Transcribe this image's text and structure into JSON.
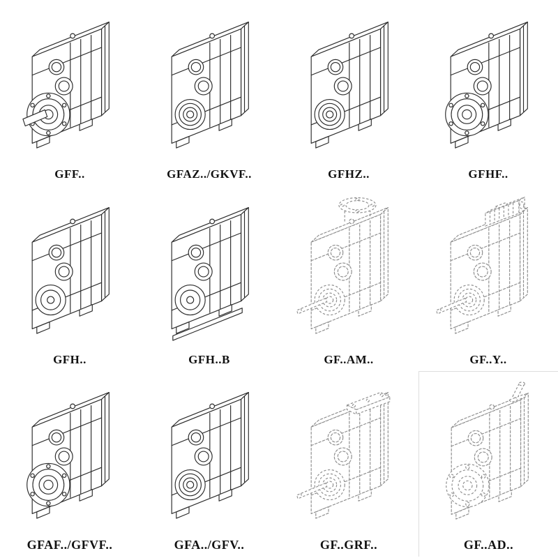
{
  "page": {
    "background": "#ffffff",
    "kind": "gear-unit-catalog-grid"
  },
  "colors": {
    "line_solid": "#2b2b2b",
    "line_dashed": "#8d8d8d",
    "label": "#111111"
  },
  "cells": [
    {
      "label": "GFF..",
      "variant": "flange-with-shaft",
      "line_style": "solid"
    },
    {
      "label": "GFAZ../GKVF..",
      "variant": "hollow-bore",
      "line_style": "solid"
    },
    {
      "label": "GFHZ..",
      "variant": "hollow-bore",
      "line_style": "solid"
    },
    {
      "label": "GFHF..",
      "variant": "flange-with-bore",
      "line_style": "solid"
    },
    {
      "label": "GFH..",
      "variant": "plain-shaft-mounted",
      "line_style": "solid"
    },
    {
      "label": "GFH..B",
      "variant": "plain-with-base",
      "line_style": "solid"
    },
    {
      "label": "GF..AM..",
      "variant": "top-motor-flange-shaft",
      "line_style": "dashed"
    },
    {
      "label": "GF..Y..",
      "variant": "motor-mounted",
      "line_style": "dashed"
    },
    {
      "label": "GFAF../GFVF..",
      "variant": "flange-with-bore",
      "line_style": "solid"
    },
    {
      "label": "GFA../GFV..",
      "variant": "hollow-bore",
      "line_style": "solid"
    },
    {
      "label": "GF..GRF..",
      "variant": "top-plate-shaft",
      "line_style": "dashed"
    },
    {
      "label": "GF..AD..",
      "variant": "input-adapter",
      "line_style": "dashed"
    }
  ]
}
